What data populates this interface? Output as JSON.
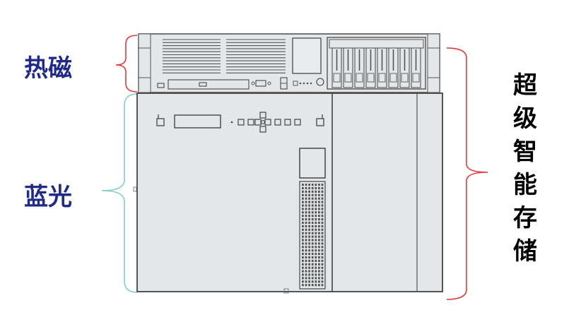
{
  "labels": {
    "left_top": "热磁",
    "left_bottom": "蓝光",
    "right_chars": [
      "超",
      "级",
      "智",
      "能",
      "存",
      "储"
    ]
  },
  "colors": {
    "left_label": "#1f2a8a",
    "right_label": "#000000",
    "bracket_red": "#e03a3a",
    "bracket_teal": "#7fd0c8",
    "device_fill": "#e3e7ea",
    "device_line": "#555555"
  },
  "components": {
    "server": "rack-server-2u",
    "server_drive_bays": 8,
    "cabinet": "optical-library-cabinet"
  }
}
